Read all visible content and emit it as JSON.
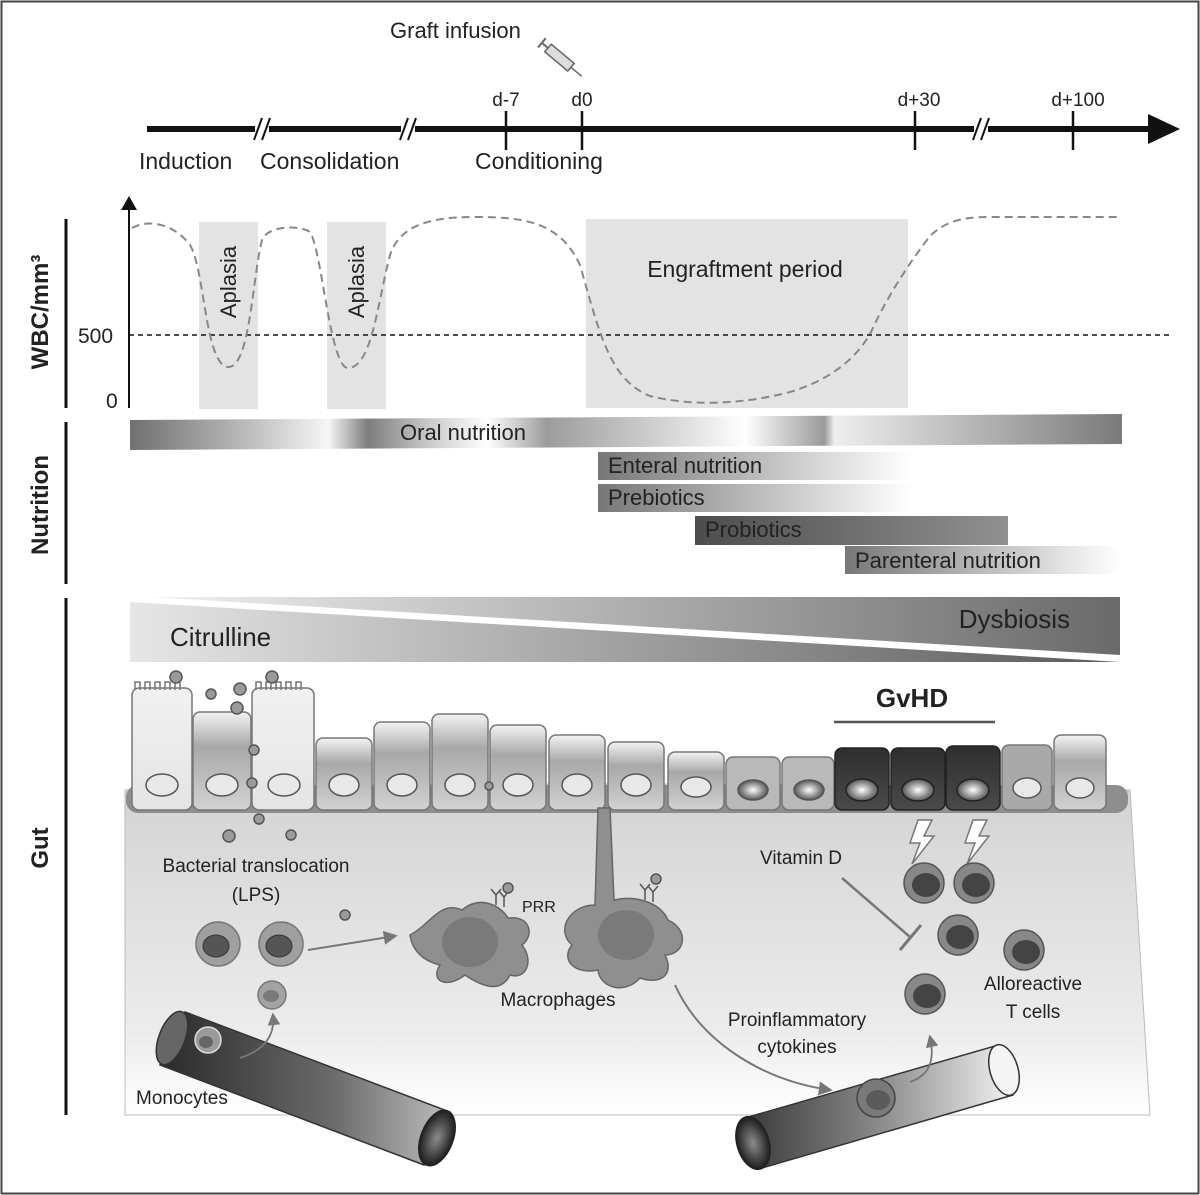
{
  "timeline": {
    "graft_label": "Graft infusion",
    "ticks": [
      "d-7",
      "d0",
      "d+30",
      "d+100"
    ],
    "phases": [
      "Induction",
      "Consolidation",
      "Conditioning"
    ]
  },
  "wbc": {
    "axis_label": "WBC/mm³",
    "tick_500": "500",
    "tick_0": "0",
    "aplasia_label": "Aplasia",
    "engraftment_label": "Engraftment period"
  },
  "nutrition": {
    "axis_label": "Nutrition",
    "bars": {
      "oral": "Oral nutrition",
      "enteral": "Enteral nutrition",
      "prebiotics": "Prebiotics",
      "probiotics": "Probiotics",
      "parenteral": "Parenteral nutrition"
    }
  },
  "gut": {
    "axis_label": "Gut",
    "citrulline": "Citrulline",
    "dysbiosis": "Dysbiosis",
    "gvhd": "GvHD",
    "bacterial_translocation": "Bacterial translocation",
    "lps": "(LPS)",
    "prr": "PRR",
    "macrophages": "Macrophages",
    "proinflammatory_1": "Proinflammatory",
    "proinflammatory_2": "cytokines",
    "vitamin_d": "Vitamin D",
    "alloreactive_1": "Alloreactive",
    "alloreactive_2": "T cells",
    "monocytes": "Monocytes"
  },
  "colors": {
    "border": "#444444",
    "shade": "#e2e2e2",
    "dark_cell": "#3a3a3a",
    "tissue": "#dcdcdc"
  }
}
